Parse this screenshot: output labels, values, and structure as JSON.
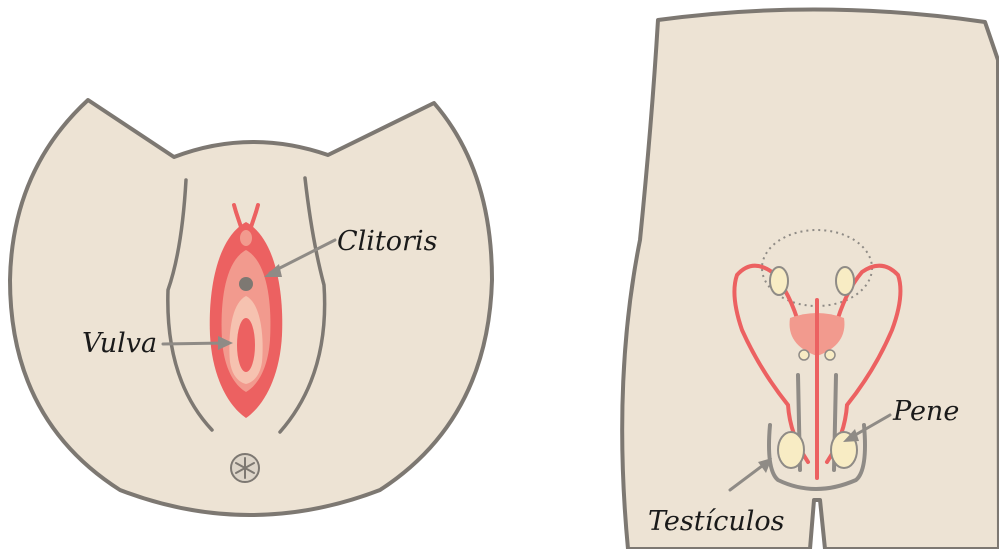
{
  "labels": {
    "clitoris": "Clitoris",
    "vulva": "Vulva",
    "pene": "Pene",
    "testiculos": "Testículos"
  },
  "colors": {
    "skin": "#ede3d4",
    "outline": "#7d7872",
    "red": "#ec6161",
    "pink": "#f29a8e",
    "light_pink": "#f6c2b0",
    "yellow": "#f8ecc4",
    "arrow": "#8f8b86",
    "text": "#1a1a1a"
  },
  "icons": {
    "anus": "asterisk-icon"
  }
}
